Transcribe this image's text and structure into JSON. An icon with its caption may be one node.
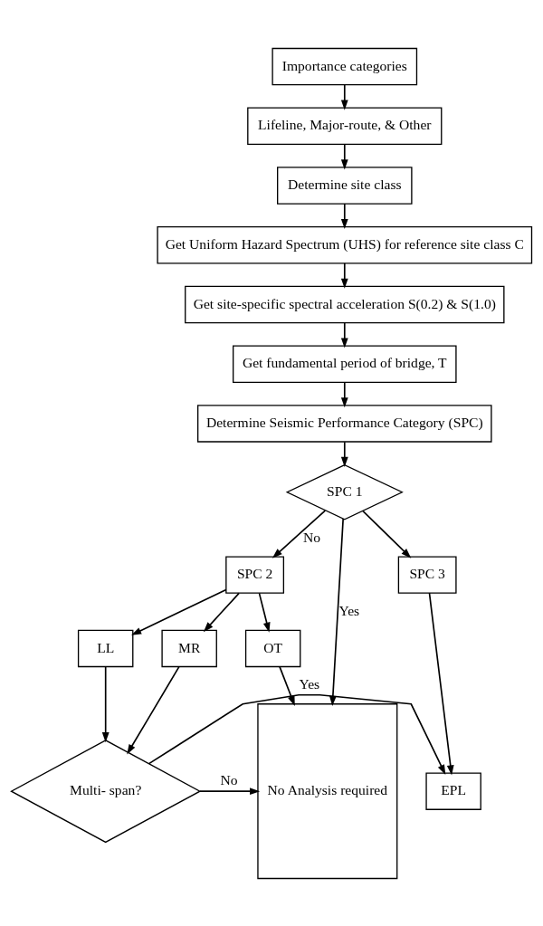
{
  "diagram": {
    "nodes": [
      {
        "text": [
          "Importance categories"
        ]
      },
      {
        "text": [
          "Lifeline, Major-route, & Other"
        ]
      },
      {
        "text": [
          "Determine site class"
        ]
      },
      {
        "text": [
          "Get Uniform Hazard Spectrum (UHS) for reference site class C"
        ]
      },
      {
        "text": [
          "Get site-specific spectral acceleration S(0.2) & S(1.0)"
        ]
      },
      {
        "text": [
          "Get fundamental period of bridge, T"
        ]
      },
      {
        "text": [
          "Determine Seismic Performance Category (SPC)"
        ]
      },
      {
        "text": [
          "SPC 1"
        ]
      },
      {
        "text": [
          "SPC 2"
        ]
      },
      {
        "text": [
          "SPC 3"
        ]
      },
      {
        "text": [
          "No Analysis required"
        ]
      },
      {
        "text": [
          "OT"
        ]
      },
      {
        "text": [
          "MR"
        ]
      },
      {
        "text": [
          "LL"
        ]
      },
      {
        "text": [
          "Multi- span?"
        ]
      },
      {
        "text": [
          "EPL"
        ]
      }
    ],
    "edges": [
      {
        "from": 0,
        "to": 1,
        "arrow": "to"
      },
      {
        "from": 1,
        "to": 2,
        "arrow": "to"
      },
      {
        "from": 2,
        "to": 3,
        "arrow": "to"
      },
      {
        "from": 3,
        "to": 4,
        "arrow": "to"
      },
      {
        "from": 4,
        "to": 5,
        "arrow": "to"
      },
      {
        "from": 5,
        "to": 6,
        "arrow": "to"
      },
      {
        "from": 6,
        "to": 7,
        "arrow": "to"
      },
      {
        "from": 7,
        "to": 10,
        "arrow": "to",
        "label": "Yes"
      },
      {
        "from": 7,
        "to": 8,
        "arrow": "to",
        "label": "No"
      },
      {
        "from": 7,
        "to": 9,
        "arrow": "to"
      },
      {
        "from": 8,
        "to": 11,
        "arrow": "to"
      },
      {
        "from": 8,
        "to": 12,
        "arrow": "to"
      },
      {
        "from": 8,
        "to": 13,
        "arrow": "to"
      },
      {
        "from": 11,
        "to": 10,
        "arrow": "to"
      },
      {
        "from": 12,
        "to": 14,
        "arrow": "to"
      },
      {
        "from": 13,
        "to": 14,
        "arrow": "to"
      },
      {
        "from": 14,
        "to": 10,
        "arrow": "to",
        "label": "No"
      },
      {
        "from": 14,
        "to": 15,
        "arrow": "to",
        "label": "Yes"
      },
      {
        "from": 9,
        "to": 15,
        "arrow": "to"
      }
    ]
  }
}
